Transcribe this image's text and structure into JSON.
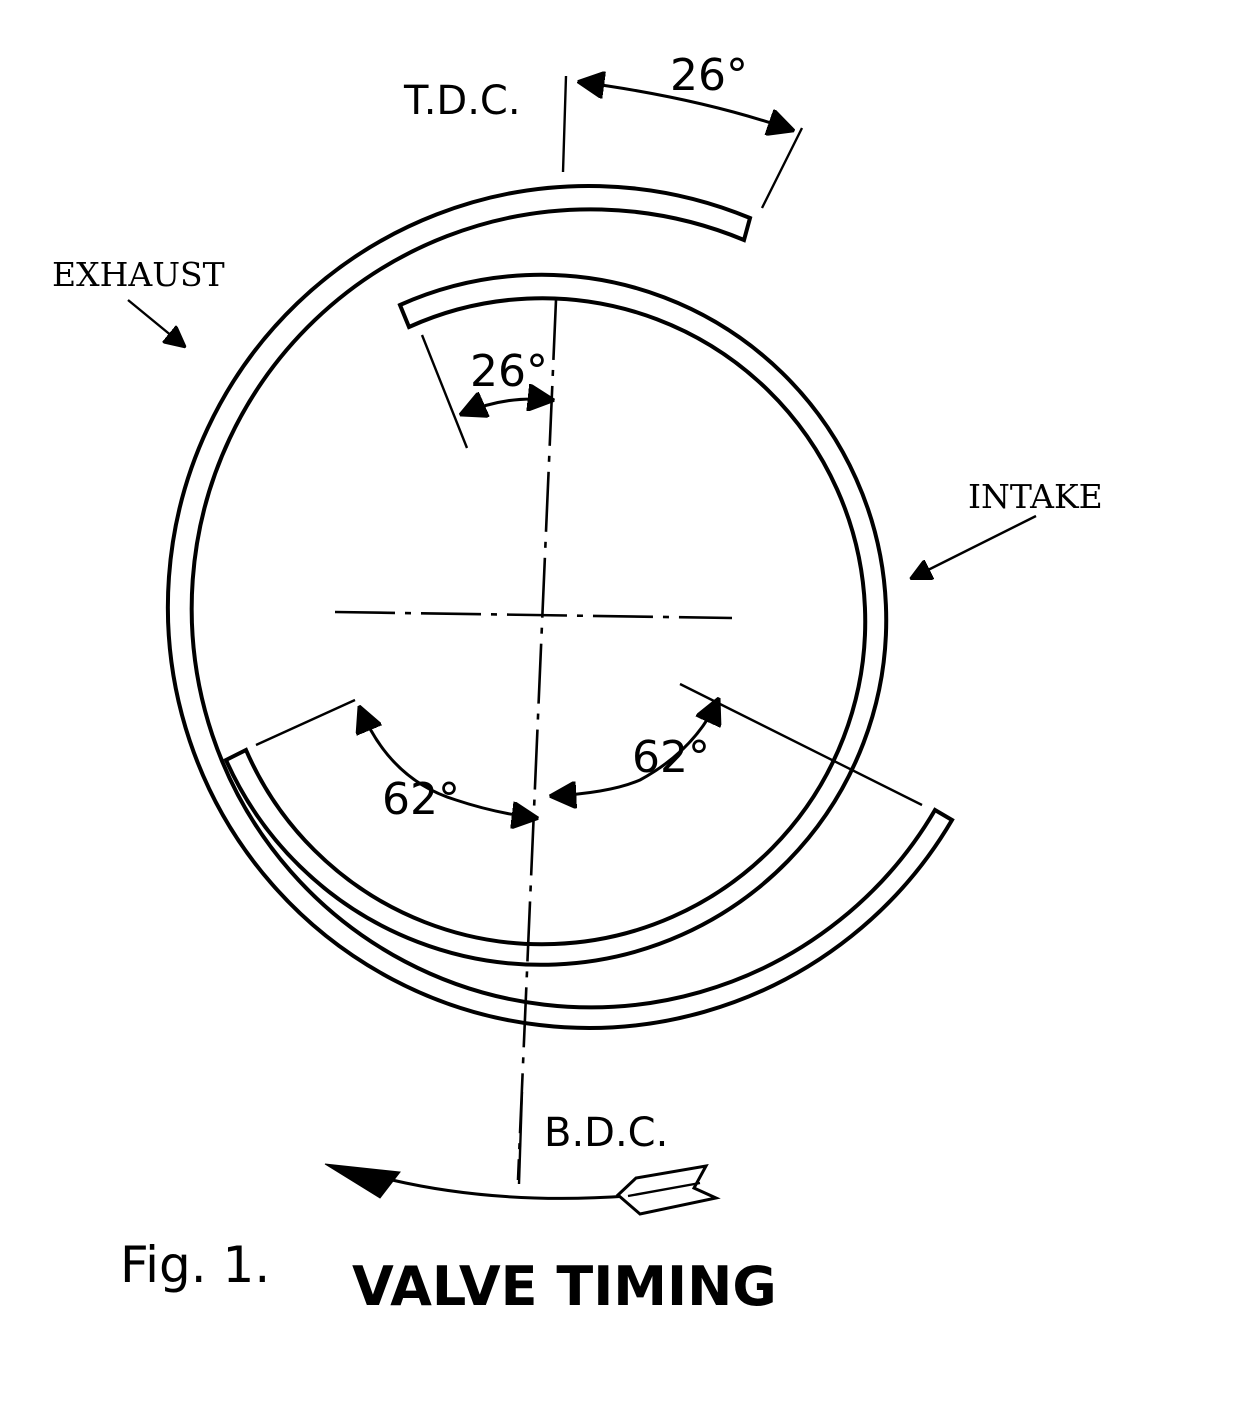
{
  "labels": {
    "tdc": "T.D.C.",
    "bdc": "B.D.C.",
    "exhaust": "EXHAUST",
    "intake": "INTAKE"
  },
  "angles": {
    "exhaust_close_after_tdc": "26°",
    "intake_open_before_tdc": "26°",
    "intake_close_after_bdc": "62°",
    "exhaust_open_before_bdc": "62°"
  },
  "caption": {
    "figure_number": "Fig. 1.",
    "title": "VALVE TIMING"
  },
  "colors": {
    "ink": "#000000",
    "paper": "#ffffff"
  }
}
